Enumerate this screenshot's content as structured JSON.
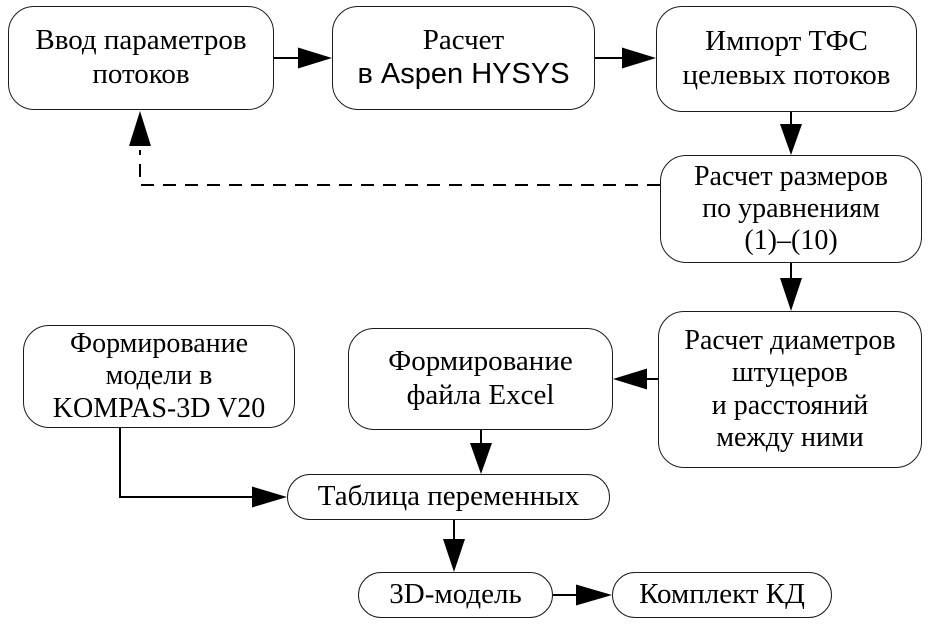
{
  "diagram": {
    "description": "Flowchart of automated heat-exchanger design workflow",
    "colors": {
      "background": "#ffffff",
      "line": "#000000",
      "box_fill": "#ffffff",
      "box_border": "#1c1c1c"
    },
    "boxes": [
      {
        "id": "input-params",
        "lines": [
          "Ввод параметров",
          "потоков"
        ]
      },
      {
        "id": "aspen-calc",
        "lines": [
          "Расчет",
          "в Aspen HYSYS"
        ]
      },
      {
        "id": "import-tfs",
        "lines": [
          "Импорт ТФС",
          "целевых потоков"
        ]
      },
      {
        "id": "calc-dimensions",
        "lines": [
          "Расчет размеров",
          "по уравнениям",
          "(1)–(10)"
        ]
      },
      {
        "id": "calc-nozzles",
        "lines": [
          "Расчет диаметров",
          "штуцеров",
          "и расстояний",
          "между ними"
        ]
      },
      {
        "id": "excel-file",
        "lines": [
          "Формирование",
          "файла Excel"
        ]
      },
      {
        "id": "kompas-model",
        "lines": [
          "Формирование",
          "модели в",
          "KOMPAS-3D V20"
        ]
      },
      {
        "id": "variables-table",
        "lines": [
          "Таблица переменных"
        ]
      },
      {
        "id": "model-3d",
        "lines": [
          "3D-модель"
        ]
      },
      {
        "id": "kd-set",
        "lines": [
          "Комплект КД"
        ]
      }
    ],
    "connections": [
      {
        "from": "input-params",
        "to": "aspen-calc",
        "style": "solid"
      },
      {
        "from": "aspen-calc",
        "to": "import-tfs",
        "style": "solid"
      },
      {
        "from": "import-tfs",
        "to": "calc-dimensions",
        "style": "solid"
      },
      {
        "from": "calc-dimensions",
        "to": "calc-nozzles",
        "style": "solid"
      },
      {
        "from": "calc-nozzles",
        "to": "excel-file",
        "style": "solid"
      },
      {
        "from": "excel-file",
        "to": "variables-table",
        "style": "solid"
      },
      {
        "from": "kompas-model",
        "to": "variables-table",
        "style": "solid-elbow"
      },
      {
        "from": "variables-table",
        "to": "model-3d",
        "style": "solid"
      },
      {
        "from": "model-3d",
        "to": "kd-set",
        "style": "solid"
      },
      {
        "from": "calc-dimensions",
        "to": "input-params",
        "style": "dashed-feedback-elbow"
      }
    ]
  }
}
